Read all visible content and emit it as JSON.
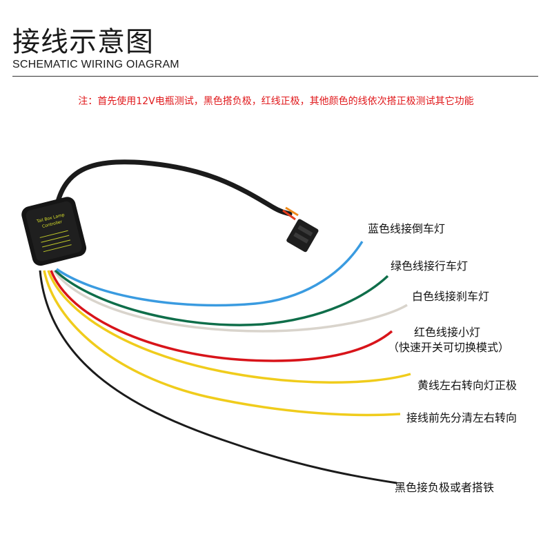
{
  "header": {
    "title_cn": "接线示意图",
    "title_en": "SCHEMATIC WIRING OIAGRAM"
  },
  "note": "注：首先使用12V电瓶测试，黑色搭负极，红线正极，其他颜色的线依次搭正极测试其它功能",
  "colors": {
    "note": "#e0181b",
    "blue": "#3a9be0",
    "green": "#0f6e4a",
    "white": "#d9d4cc",
    "red": "#d8141a",
    "yellow": "#f0cc1c",
    "black": "#1b1b1b"
  },
  "labels": {
    "blue": "蓝色线接倒车灯",
    "green": "绿色线接行车灯",
    "white": "白色线接刹车灯",
    "red_line1": "红色线接小灯",
    "red_line2": "（快速开关可切换模式）",
    "yellow": "黄线左右转向灯正极",
    "yellow_note": "接线前先分清左右转向",
    "black": "黑色接负极或者搭铁"
  },
  "module": {
    "text_line1": "Tail Box Lamp",
    "text_line2": "Controller"
  }
}
